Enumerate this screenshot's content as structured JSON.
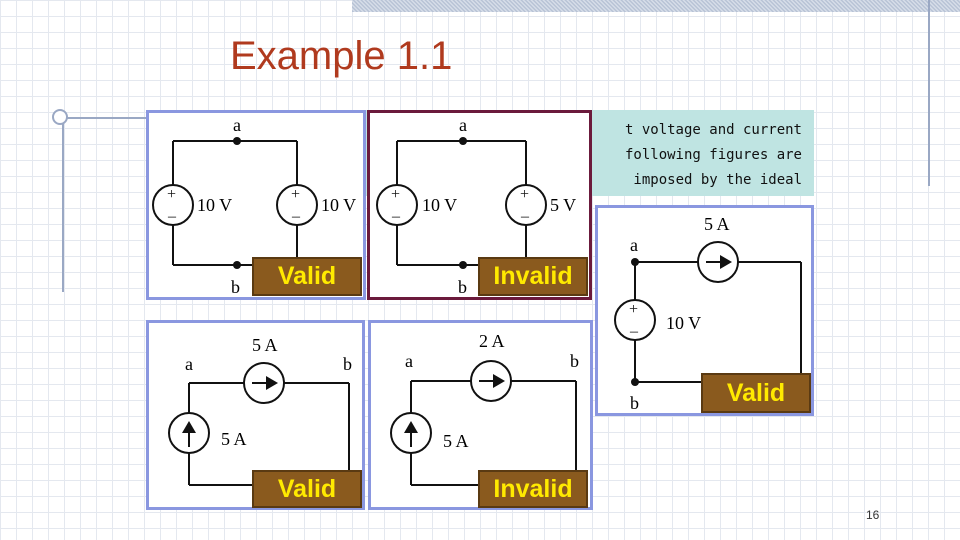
{
  "slide": {
    "title": "Example 1.1",
    "question_lines": [
      "t voltage and current",
      "following figures are",
      "imposed by the ideal"
    ],
    "page_number": "16"
  },
  "circuits": {
    "c1": {
      "node_a": "a",
      "node_b": "b",
      "left_source": "10 V",
      "right_source": "10 V",
      "verdict": "Valid"
    },
    "c2": {
      "node_a": "a",
      "node_b": "b",
      "left_source": "10 V",
      "right_source": "5 V",
      "verdict": "Invalid"
    },
    "c3": {
      "node_a": "a",
      "node_b": "b",
      "current_source": "5 A",
      "voltage_source": "10 V",
      "verdict": "Valid"
    },
    "c4": {
      "node_a": "a",
      "node_b": "b",
      "series_source": "5 A",
      "shunt_source": "5 A",
      "verdict": "Valid"
    },
    "c5": {
      "node_a": "a",
      "node_b": "b",
      "series_source": "2 A",
      "shunt_source": "5 A",
      "verdict": "Invalid"
    }
  }
}
